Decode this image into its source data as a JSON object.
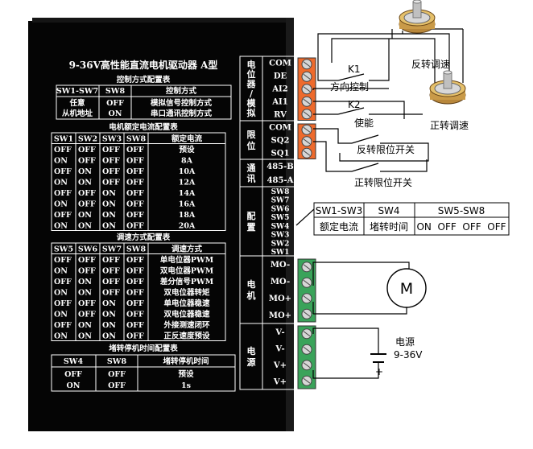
{
  "driver": {
    "title": "9-36V高性能直流电机驱动器 A型",
    "control_mode": {
      "heading": "控制方式配置表",
      "headers": [
        "SW1-SW7",
        "SW8",
        "控制方式"
      ],
      "rows": [
        [
          "任意",
          "OFF",
          "模拟信号控制方式"
        ],
        [
          "从机地址",
          "ON",
          "串口通讯控制方式"
        ]
      ]
    },
    "current": {
      "heading": "电机额定电流配置表",
      "headers": [
        "SW1",
        "SW2",
        "SW3",
        "SW8",
        "额定电流"
      ],
      "rows": [
        [
          "OFF",
          "OFF",
          "OFF",
          "OFF",
          "预设"
        ],
        [
          "ON",
          "OFF",
          "OFF",
          "OFF",
          "8A"
        ],
        [
          "OFF",
          "ON",
          "OFF",
          "OFF",
          "10A"
        ],
        [
          "ON",
          "ON",
          "OFF",
          "OFF",
          "12A"
        ],
        [
          "OFF",
          "OFF",
          "ON",
          "OFF",
          "14A"
        ],
        [
          "ON",
          "OFF",
          "ON",
          "OFF",
          "16A"
        ],
        [
          "OFF",
          "ON",
          "ON",
          "OFF",
          "18A"
        ],
        [
          "ON",
          "ON",
          "ON",
          "OFF",
          "20A"
        ]
      ]
    },
    "speed": {
      "heading": "调速方式配置表",
      "headers": [
        "SW5",
        "SW6",
        "SW7",
        "SW8",
        "调速方式"
      ],
      "rows": [
        [
          "OFF",
          "OFF",
          "OFF",
          "OFF",
          "单电位器PWM"
        ],
        [
          "ON",
          "OFF",
          "OFF",
          "OFF",
          "双电位器PWM"
        ],
        [
          "OFF",
          "ON",
          "OFF",
          "OFF",
          "差分信号PWM"
        ],
        [
          "ON",
          "ON",
          "OFF",
          "OFF",
          "双电位器转矩"
        ],
        [
          "OFF",
          "OFF",
          "ON",
          "OFF",
          "单电位器稳速"
        ],
        [
          "ON",
          "OFF",
          "ON",
          "OFF",
          "双电位器稳速"
        ],
        [
          "OFF",
          "ON",
          "ON",
          "OFF",
          "外接测速闭环"
        ],
        [
          "ON",
          "ON",
          "ON",
          "OFF",
          "正反速度预设"
        ]
      ]
    },
    "stall": {
      "heading": "堵转停机时间配置表",
      "headers": [
        "SW4",
        "SW8",
        "堵转停机时间"
      ],
      "rows": [
        [
          "OFF",
          "OFF",
          "预设"
        ],
        [
          "ON",
          "OFF",
          "1s"
        ]
      ]
    },
    "groups": [
      {
        "name": "电位器/模拟",
        "pins": [
          "COM",
          "DE",
          "AI2",
          "AI1",
          "RV"
        ]
      },
      {
        "name": "限位",
        "pins": [
          "COM",
          "SQ2",
          "SQ1"
        ]
      },
      {
        "name": "通讯",
        "pins": [
          "485-B",
          "485-A"
        ]
      },
      {
        "name": "配置",
        "pins": [
          "SW8",
          "SW7",
          "SW6",
          "SW5",
          "SW4",
          "SW3",
          "SW2",
          "SW1"
        ]
      },
      {
        "name": "电机",
        "pins": [
          "MO-",
          "MO-",
          "MO+",
          "MO+"
        ]
      },
      {
        "name": "电源",
        "pins": [
          "V-",
          "V-",
          "V+",
          "V+"
        ]
      }
    ]
  },
  "labels": {
    "reverse_speed": "反转调速",
    "forward_speed": "正转调速",
    "k1": "K1",
    "k2": "K2",
    "direction": "方向控制",
    "enable": "使能",
    "rev_limit": "反转限位开关",
    "fwd_limit": "正转限位开关",
    "motor": "M",
    "power": "电源",
    "voltage": "9-36V",
    "plus": "+"
  },
  "dip_table": {
    "headers": [
      "SW1-SW3",
      "SW4",
      "SW5-SW8"
    ],
    "values": [
      "额定电流",
      "堵转时间",
      "ON  OFF  OFF  OFF"
    ]
  },
  "colors": {
    "panel": "#0a0a0a",
    "terminal_orange": "#ee6a2c",
    "terminal_green": "#3aa35a",
    "line": "#000000"
  }
}
